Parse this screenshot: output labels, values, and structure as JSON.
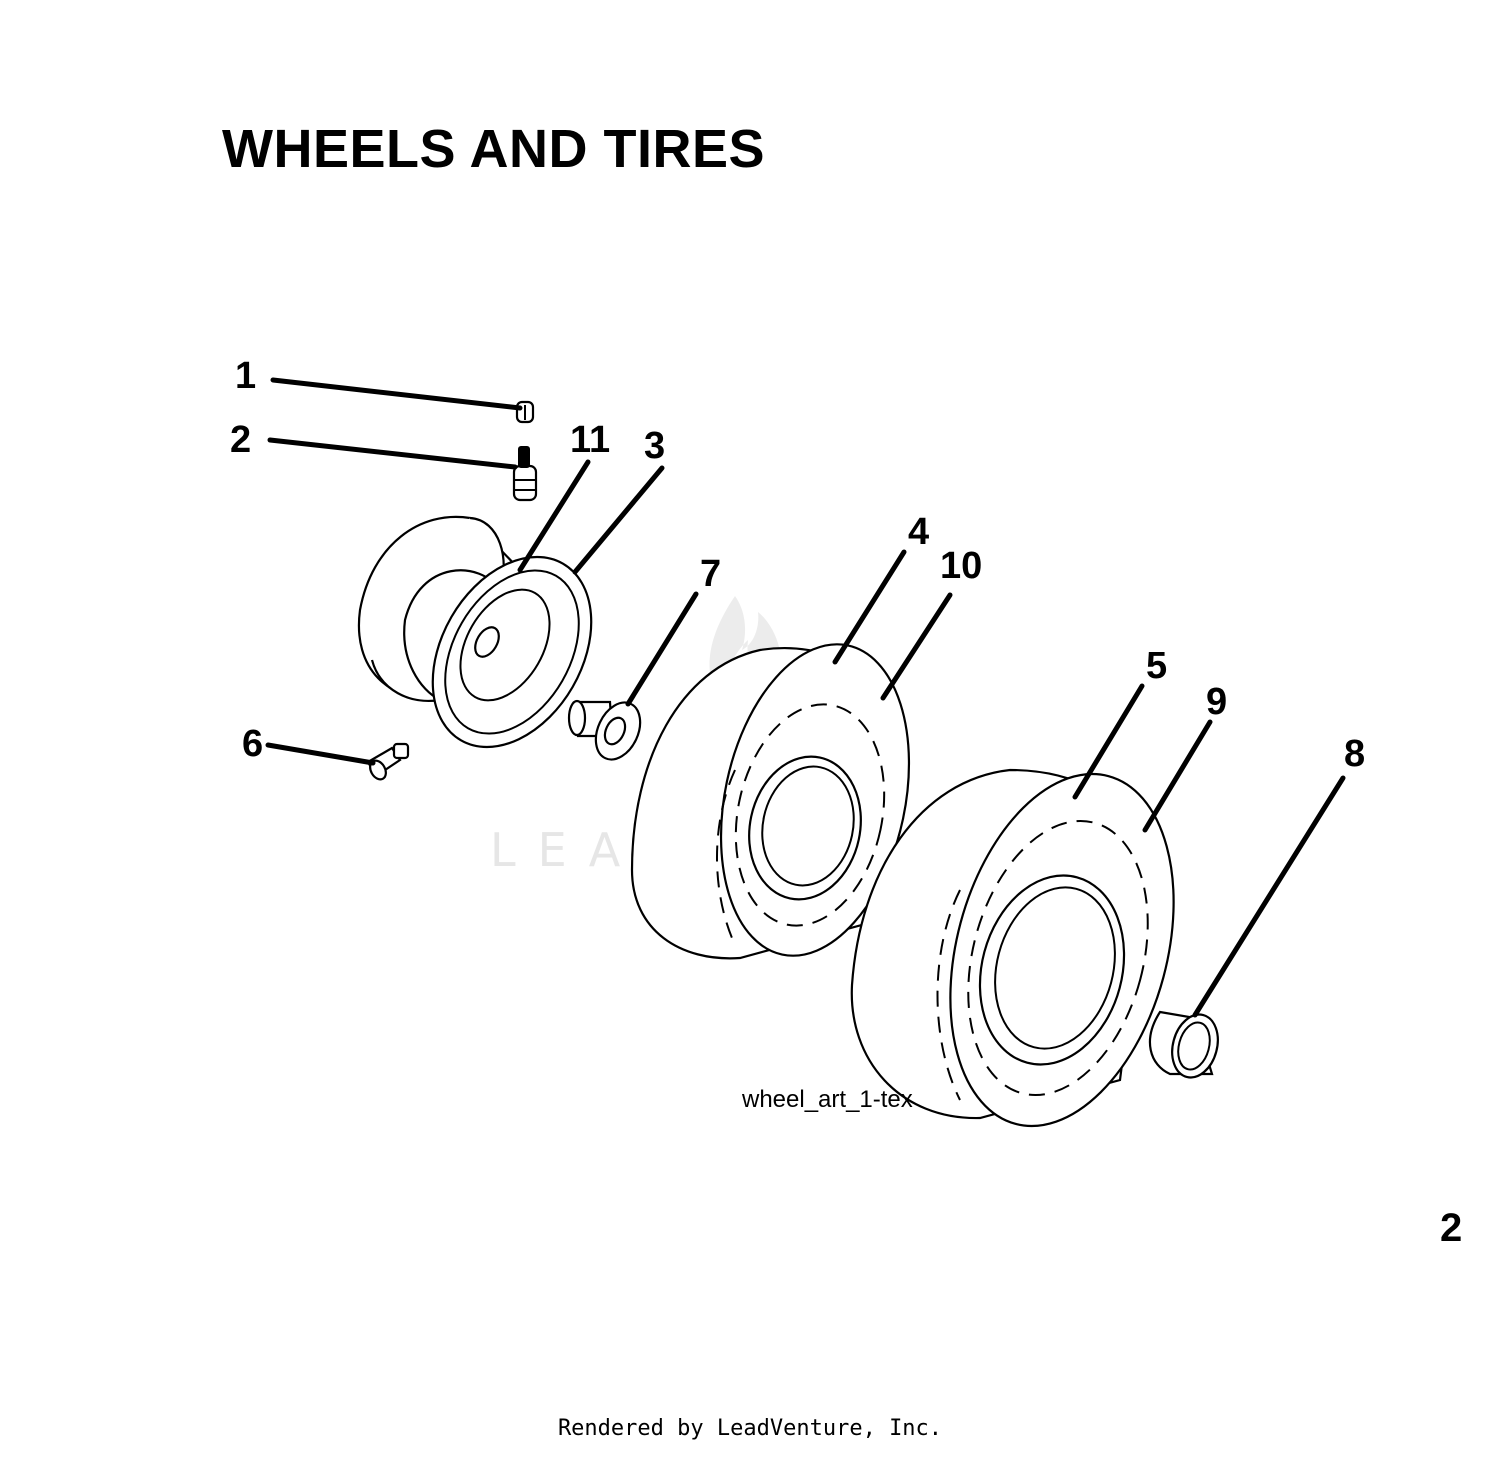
{
  "title": "WHEELS AND TIRES",
  "callouts": {
    "c1": "1",
    "c2": "2",
    "c3": "3",
    "c4": "4",
    "c5": "5",
    "c6": "6",
    "c7": "7",
    "c8": "8",
    "c9": "9",
    "c10": "10",
    "c11": "11"
  },
  "art_label": "wheel_art_1-tex",
  "page_number": "2",
  "watermark": "LEADVENTURE",
  "footer": "Rendered by LeadVenture, Inc."
}
